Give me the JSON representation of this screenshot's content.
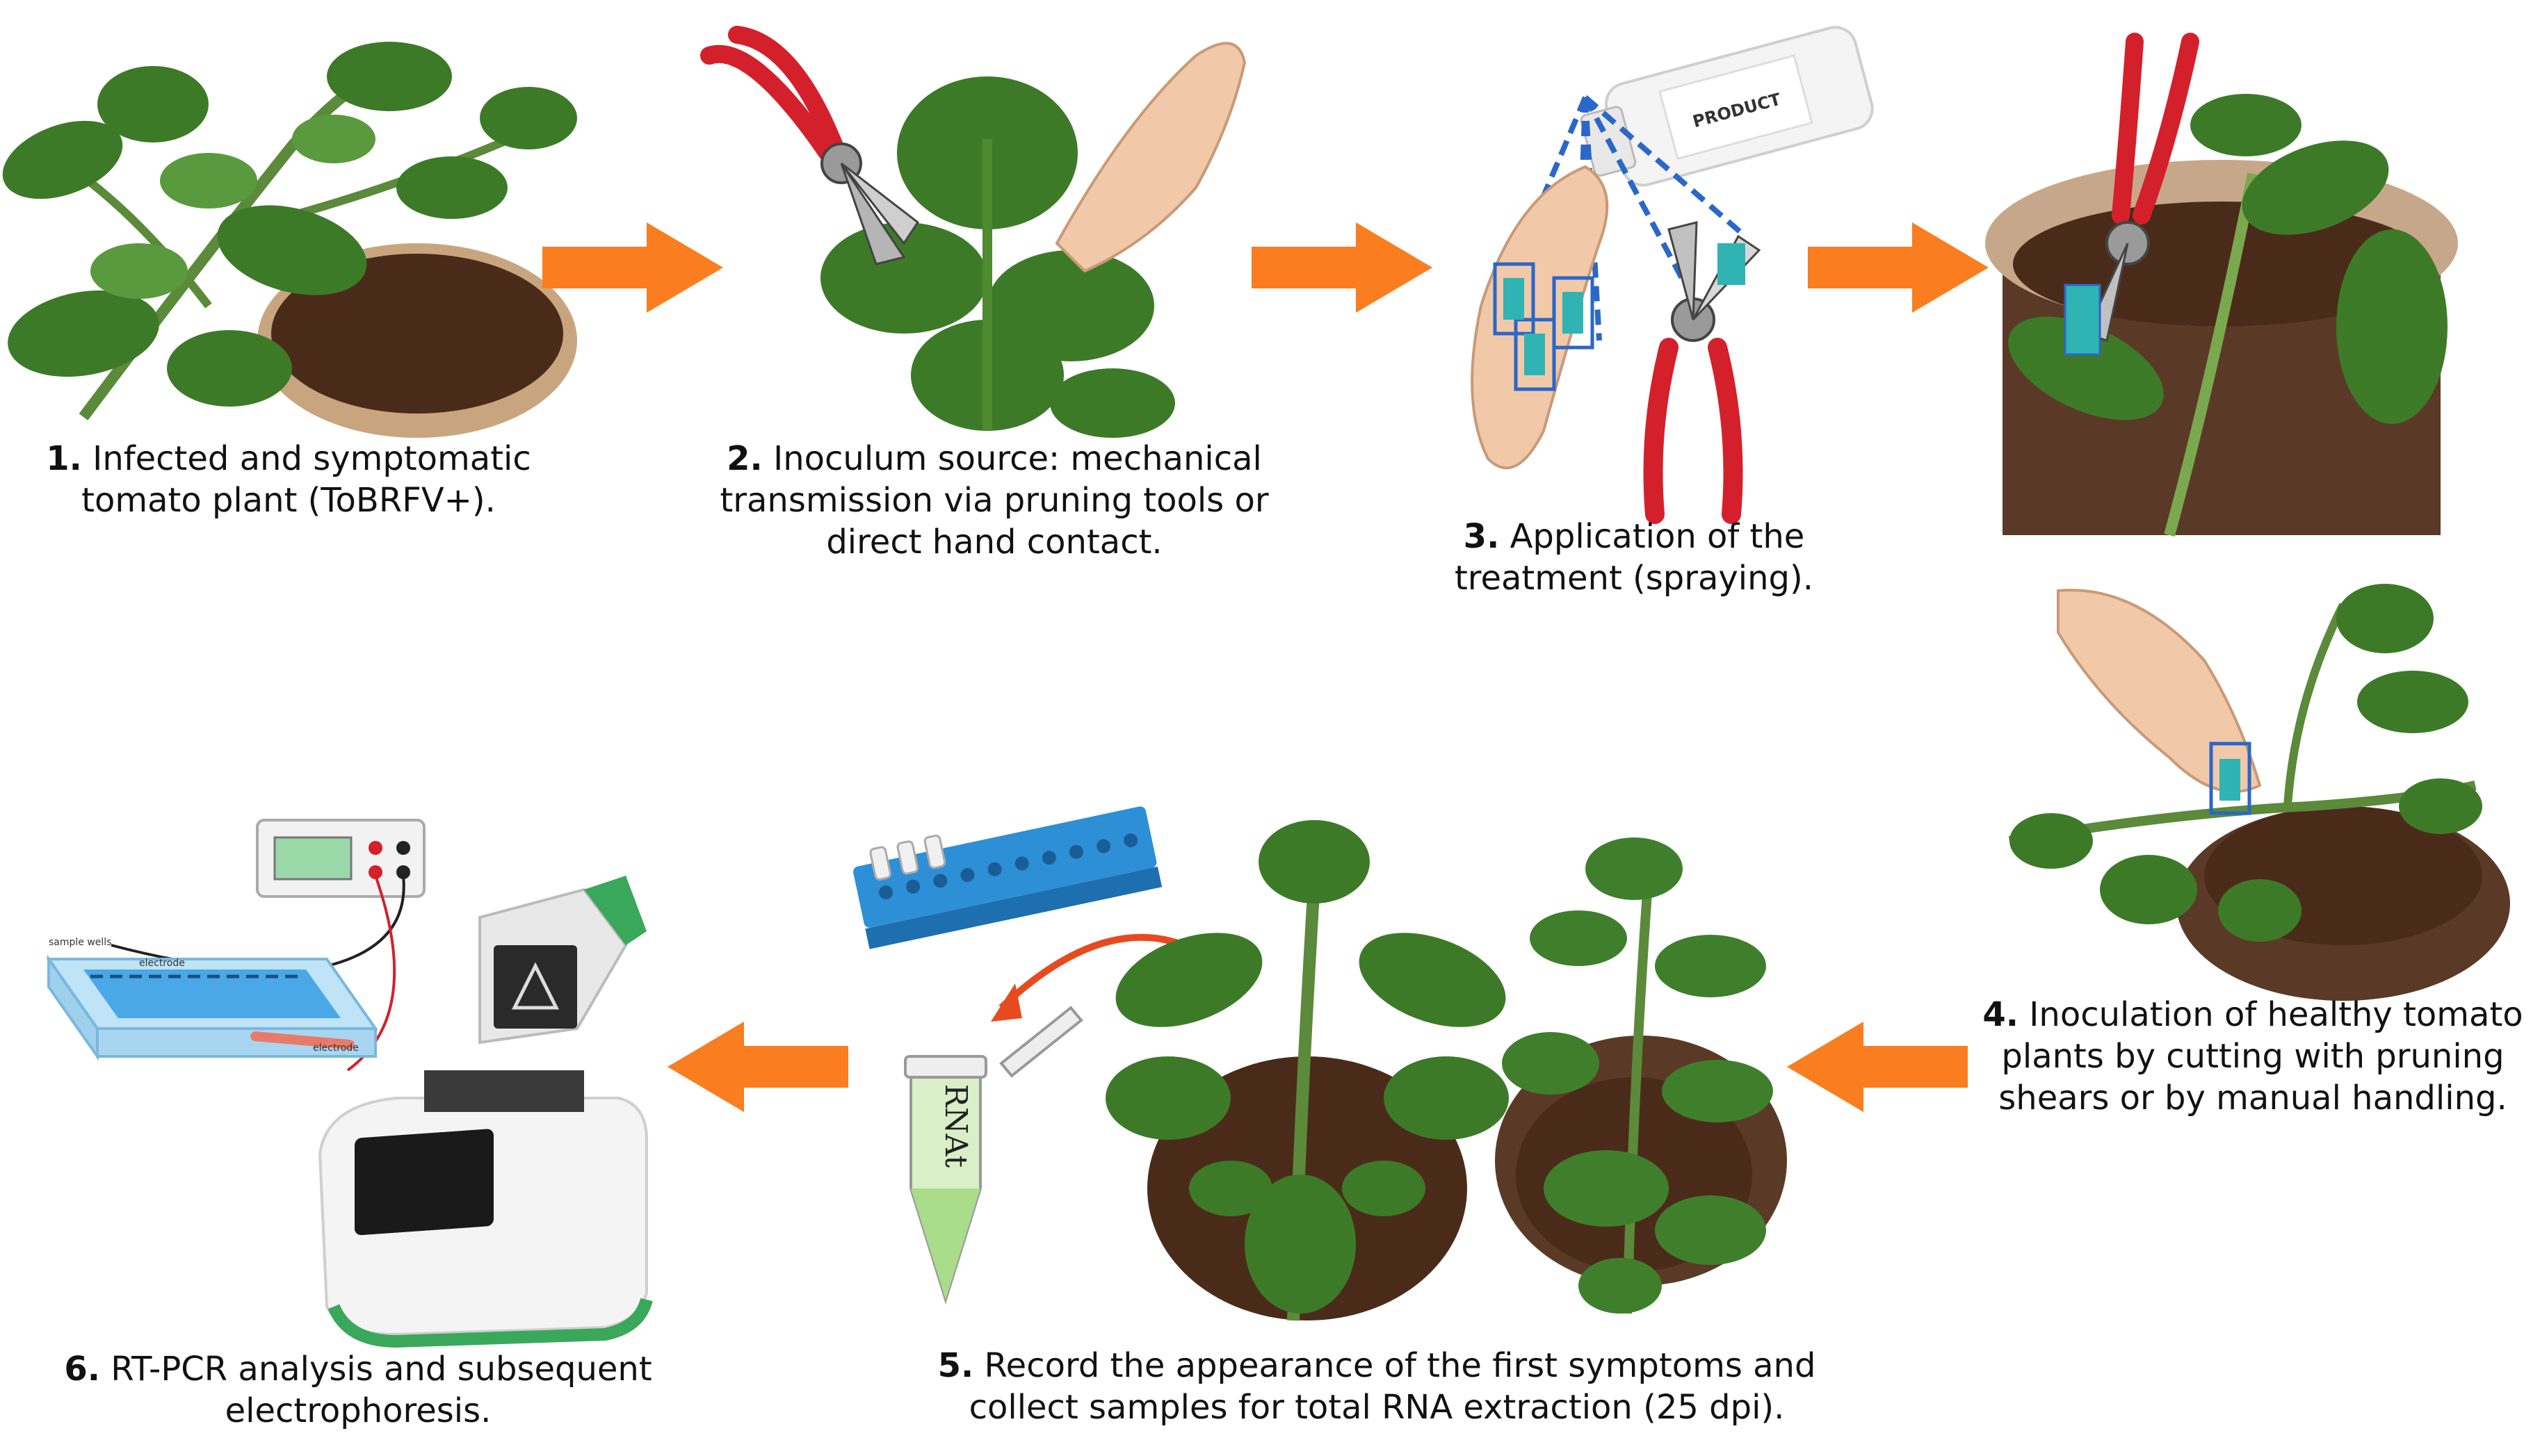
{
  "steps": [
    {
      "num": "1.",
      "text": "Infected and symptomatic tomato plant (ToBRFV+)."
    },
    {
      "num": "2.",
      "text": "Inoculum source: mechanical transmission via pruning tools or direct hand contact."
    },
    {
      "num": "3.",
      "text": "Application of the treatment (spraying)."
    },
    {
      "num": "4.",
      "text": "Inoculation of healthy tomato plants by cutting with pruning shears or by manual handling."
    },
    {
      "num": "5.",
      "text": "Record the appearance of the first symptoms and collect samples for total RNA extraction (25 dpi)."
    },
    {
      "num": "6.",
      "text": "RT-PCR analysis and subsequent electrophoresis."
    }
  ],
  "labels": {
    "bottle": "PRODUCT",
    "tube": "RNAt",
    "gel_wells": "sample wells",
    "gel_electrode_top": "electrode",
    "gel_electrode_bottom": "electrode"
  },
  "colors": {
    "arrow": "#fa7d1f",
    "spray": "#2a67c8",
    "shear_handle": "#d4202a",
    "leaf": "#3d7a28",
    "soil": "#4a2b1a"
  }
}
